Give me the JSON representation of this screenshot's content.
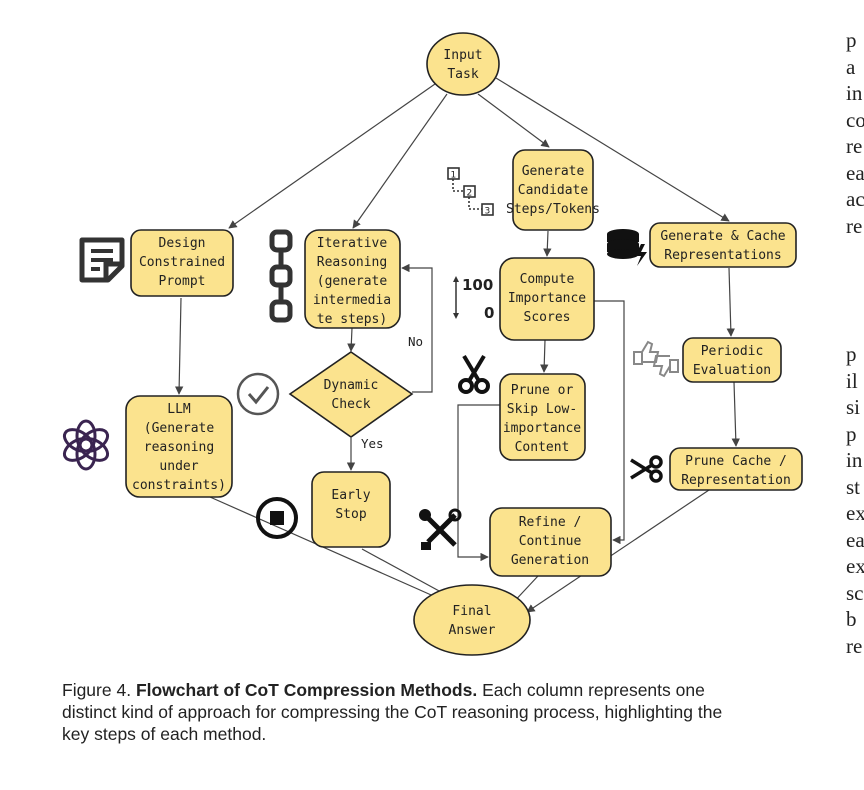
{
  "nodes": {
    "input_task": [
      "Input",
      "Task"
    ],
    "design_prompt": [
      "Design",
      "Constrained",
      "Prompt"
    ],
    "llm": [
      "LLM",
      "(Generate",
      "reasoning",
      "under",
      "constraints)"
    ],
    "iterative": [
      "Iterative",
      "Reasoning",
      "(generate",
      "intermedia",
      "te steps)"
    ],
    "dynamic_check": [
      "Dynamic",
      "Check"
    ],
    "early_stop": [
      "Early",
      "Stop"
    ],
    "generate_candidate": [
      "Generate",
      "Candidate",
      "Steps/Tokens"
    ],
    "compute_importance": [
      "Compute",
      "Importance",
      "Scores"
    ],
    "prune_skip": [
      "Prune or",
      "Skip Low-",
      "importance",
      "Content"
    ],
    "refine": [
      "Refine /",
      "Continue",
      "Generation"
    ],
    "generate_cache": [
      "Generate & Cache",
      "Representations"
    ],
    "periodic_eval": [
      "Periodic",
      "Evaluation"
    ],
    "prune_cache": [
      "Prune Cache /",
      "Representation"
    ],
    "final_answer": [
      "Final",
      "Answer"
    ]
  },
  "edge_labels": {
    "no": "No",
    "yes": "Yes"
  },
  "icons": {
    "step_numbers": [
      "1",
      "2",
      "3"
    ],
    "score_top": "100",
    "score_bottom": "0"
  },
  "caption": {
    "prefix": "Figure 4. ",
    "title": "Flowchart of CoT Compression Methods.",
    "body": " Each column represents one distinct kind of approach for compressing the CoT reasoning process, highlighting the key steps of each method."
  },
  "side_text": {
    "block1": [
      "p",
      "a",
      "in",
      "co",
      "re",
      "ea",
      "ac",
      "re"
    ],
    "block2": [
      "p",
      "il",
      "si",
      "p",
      "in",
      "st",
      "ex",
      "ea",
      "ex",
      "sc",
      "b",
      "re"
    ]
  },
  "colors": {
    "node_fill": "#fbe38e",
    "node_stroke": "#222222",
    "edge": "#444444"
  }
}
